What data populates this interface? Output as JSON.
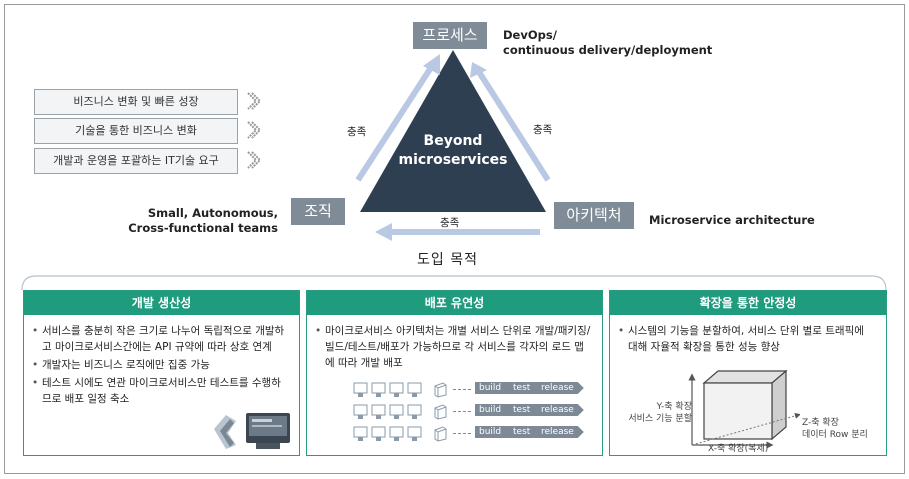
{
  "triangle": {
    "center_label": "Beyond\nmicroservices",
    "edge_label": "충족"
  },
  "nodes": {
    "process": {
      "label": "프로세스",
      "note": "DevOps/\ncontinuous delivery/deployment"
    },
    "org": {
      "label": "조직",
      "note": "Small, Autonomous,\nCross-functional teams"
    },
    "arch": {
      "label": "아키텍처",
      "note": "Microservice architecture"
    }
  },
  "reasons": [
    "비즈니스 변화 및 빠른 성장",
    "기술을 통한 비즈니스 변화",
    "개발과 운영을 포괄하는 IT기술 요구"
  ],
  "purpose_title": "도입 목적",
  "panels": [
    {
      "title": "개발 생산성",
      "bullets": [
        "서비스를 충분히 작은 크기로 나누어 독립적으로 개발하고 마이크로서비스간에는 API 규약에 따라 상호 연계",
        "개발자는 비즈니스 로직에만 집중 가능",
        "테스트 시에도 연관 마이크로서비스만 테스트를 수행하므로 배포 일정 축소"
      ]
    },
    {
      "title": "배포 유연성",
      "bullets": [
        "마이크로서비스 아키텍처는 개별 서비스 단위로 개발/패키징/빌드/테스트/배포가 가능하므로 각 서비스를 각자의 로드 맵에 따라 개발 배포"
      ],
      "pipeline": [
        "build",
        "test",
        "release"
      ]
    },
    {
      "title": "확장을 통한 안정성",
      "bullets": [
        "시스템의 기능을 분할하여, 서비스 단위 별로 트래픽에 대해 자율적 확장을 통한 성능 향상"
      ],
      "axes": {
        "y": "Y-축 확장\n서비스 기능 분할",
        "x": "X-축 확장(복제)",
        "z": "Z-축 확장\n데이터 Row 분리"
      }
    }
  ],
  "colors": {
    "accent": "#1f9b7d",
    "triangle": "#2f3f52",
    "tag": "#7f8b96",
    "arrow": "#b9c9e3"
  }
}
